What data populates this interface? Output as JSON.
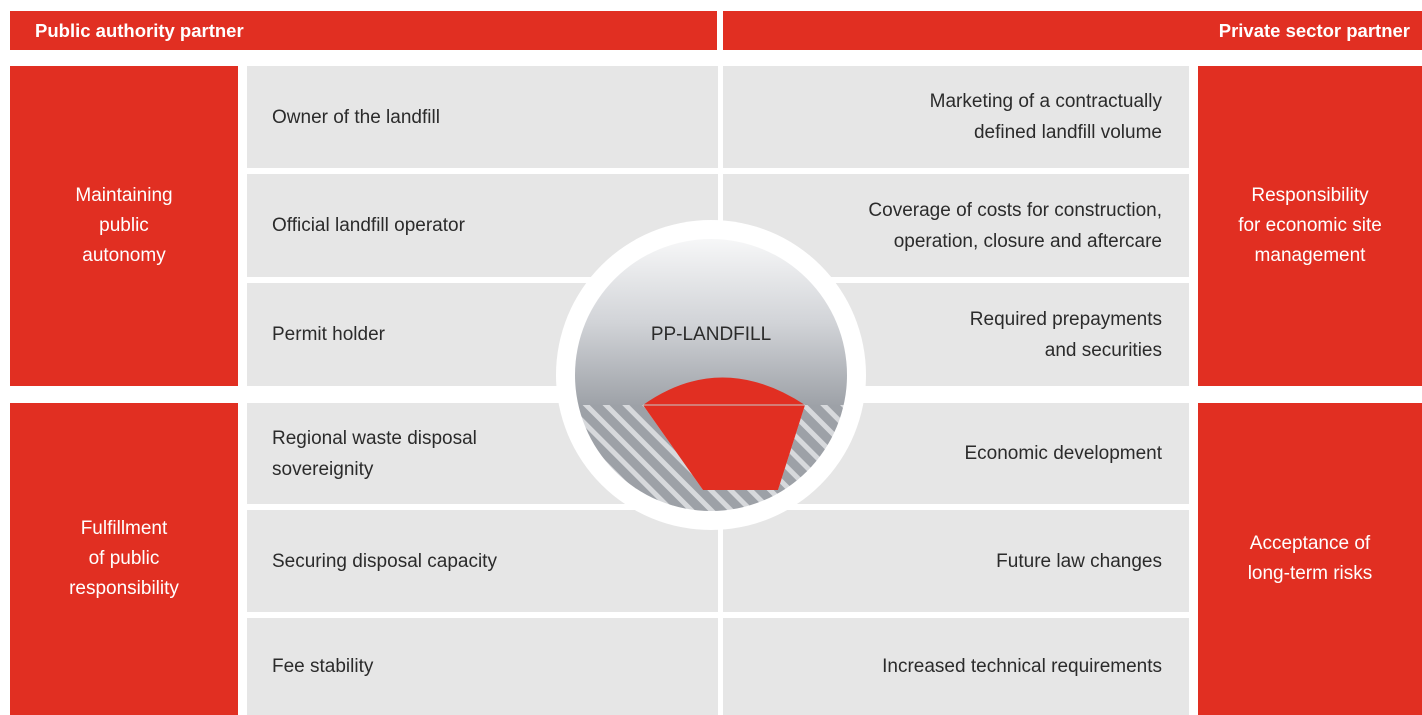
{
  "header": {
    "left": "Public authority partner",
    "right": "Private sector partner"
  },
  "public": {
    "group1_label": "Maintaining\npublic\nautonomy",
    "group2_label": "Fulfillment\nof public\nresponsibility",
    "items": [
      "Owner of the landfill",
      "Official landfill operator",
      "Permit holder",
      "Regional waste disposal\nsovereignity",
      "Securing disposal capacity",
      "Fee stability"
    ]
  },
  "private": {
    "group1_label": "Responsibility\nfor economic site\nmanagement",
    "group2_label": "Acceptance of\nlong-term risks",
    "items": [
      "Marketing of a contractually\ndefined landfill volume",
      "Coverage of costs for construction,\noperation, closure and aftercare",
      "Required prepayments\nand securities",
      "Economic development",
      "Future law changes",
      "Increased technical requirements"
    ]
  },
  "center": {
    "label": "PP-LANDFILL"
  },
  "colors": {
    "accent": "#e12f22",
    "cell": "#e6e6e6",
    "text": "#2b2b2b"
  }
}
